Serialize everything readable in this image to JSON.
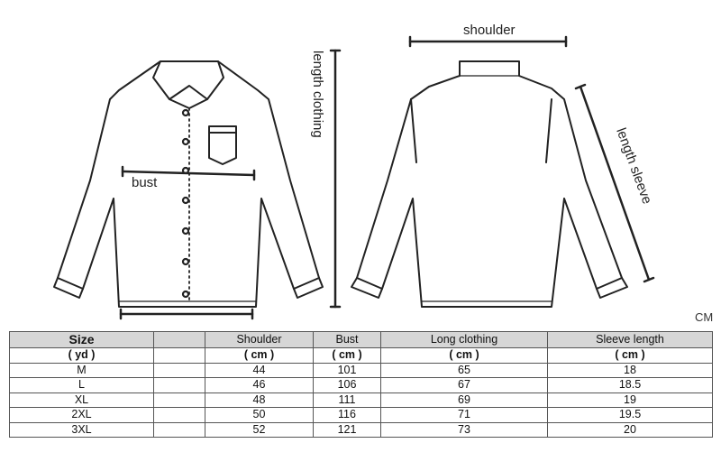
{
  "labels": {
    "shoulder": "shoulder",
    "length_clothing": "length clothing",
    "length_sleeve": "length sleeve",
    "bust": "bust",
    "unit": "CM"
  },
  "table": {
    "headers": [
      "Size",
      "",
      "Shoulder",
      "Bust",
      "Long clothing",
      "Sleeve length"
    ],
    "units": [
      "( yd )",
      "",
      "( cm )",
      "( cm )",
      "( cm )",
      "( cm )"
    ],
    "rows": [
      [
        "M",
        "",
        "44",
        "101",
        "65",
        "18"
      ],
      [
        "L",
        "",
        "46",
        "106",
        "67",
        "18.5"
      ],
      [
        "XL",
        "",
        "48",
        "111",
        "69",
        "19"
      ],
      [
        "2XL",
        "",
        "50",
        "116",
        "71",
        "19.5"
      ],
      [
        "3XL",
        "",
        "52",
        "121",
        "73",
        "20"
      ]
    ]
  }
}
